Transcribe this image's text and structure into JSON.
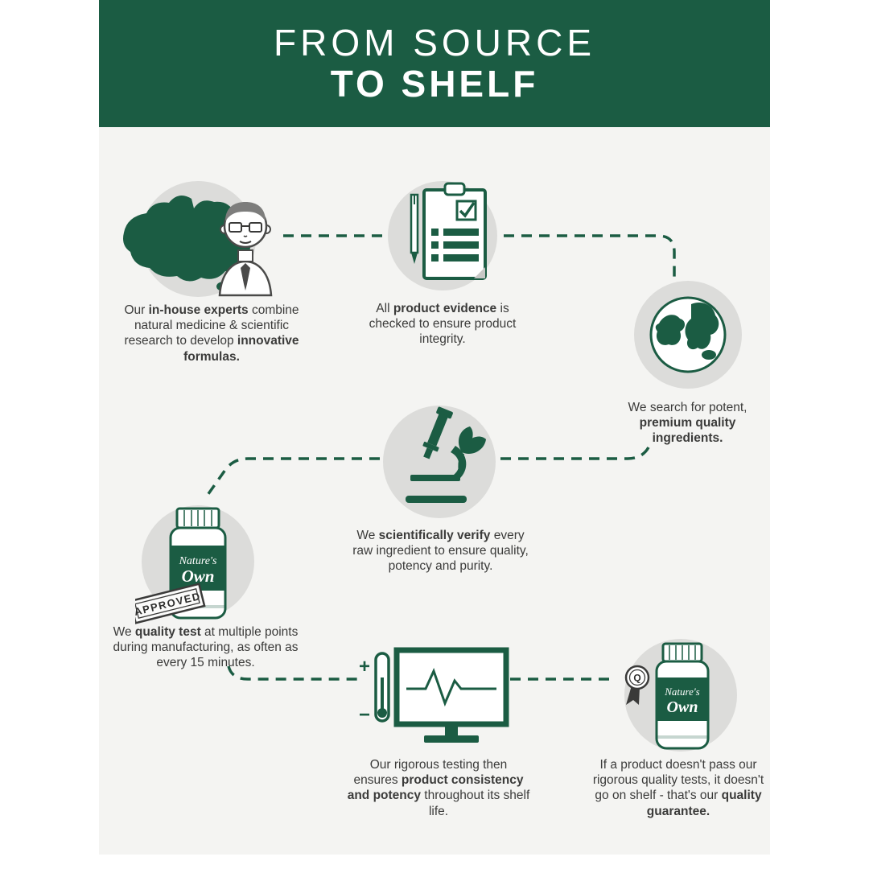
{
  "header": {
    "title_line1": "FROM SOURCE",
    "title_line2": "TO SHELF"
  },
  "colors": {
    "brand_green": "#1b5c43",
    "circle_gray": "#dcdcda",
    "content_background": "#f4f4f2",
    "text": "#3b3b3a"
  },
  "steps": [
    {
      "name": "in-house-experts",
      "icon": "australia-map-expert-icon",
      "segments": [
        {
          "text": "Our ",
          "bold": false
        },
        {
          "text": "in-house experts",
          "bold": true
        },
        {
          "text": " combine natural medicine & scientific research to develop ",
          "bold": false
        },
        {
          "text": "innovative formulas.",
          "bold": true
        }
      ]
    },
    {
      "name": "product-evidence",
      "icon": "clipboard-checklist-icon",
      "segments": [
        {
          "text": "All ",
          "bold": false
        },
        {
          "text": "product evidence",
          "bold": true
        },
        {
          "text": " is checked to ensure product integrity.",
          "bold": false
        }
      ]
    },
    {
      "name": "premium-ingredients",
      "icon": "globe-icon",
      "segments": [
        {
          "text": "We search for potent, ",
          "bold": false
        },
        {
          "text": "premium quality ingredients.",
          "bold": true
        }
      ]
    },
    {
      "name": "scientific-verification",
      "icon": "microscope-leaf-icon",
      "segments": [
        {
          "text": "We ",
          "bold": false
        },
        {
          "text": "scientifically verify",
          "bold": true
        },
        {
          "text": " every raw ingredient to ensure quality, potency and purity.",
          "bold": false
        }
      ]
    },
    {
      "name": "quality-testing",
      "icon": "approved-bottle-icon",
      "segments": [
        {
          "text": "We ",
          "bold": false
        },
        {
          "text": "quality test",
          "bold": true
        },
        {
          "text": " at multiple points during manufacturing, as often as every 15 minutes.",
          "bold": false
        }
      ]
    },
    {
      "name": "consistency-testing",
      "icon": "monitor-pulse-icon",
      "segments": [
        {
          "text": "Our rigorous testing then ensures ",
          "bold": false
        },
        {
          "text": "product consistency and potency",
          "bold": true
        },
        {
          "text": " throughout its shelf life.",
          "bold": false
        }
      ]
    },
    {
      "name": "quality-guarantee",
      "icon": "award-bottle-icon",
      "segments": [
        {
          "text": "If a product doesn't pass our rigorous quality tests, it doesn't go on shelf - that's our ",
          "bold": false
        },
        {
          "text": "quality guarantee.",
          "bold": true
        }
      ]
    }
  ],
  "icon_text": {
    "bottle_brand_line1": "Nature's",
    "bottle_brand_line2": "Own",
    "approved_stamp": "APPROVED",
    "award_letter": "Q",
    "thermometer_plus": "+",
    "thermometer_minus": "−"
  }
}
